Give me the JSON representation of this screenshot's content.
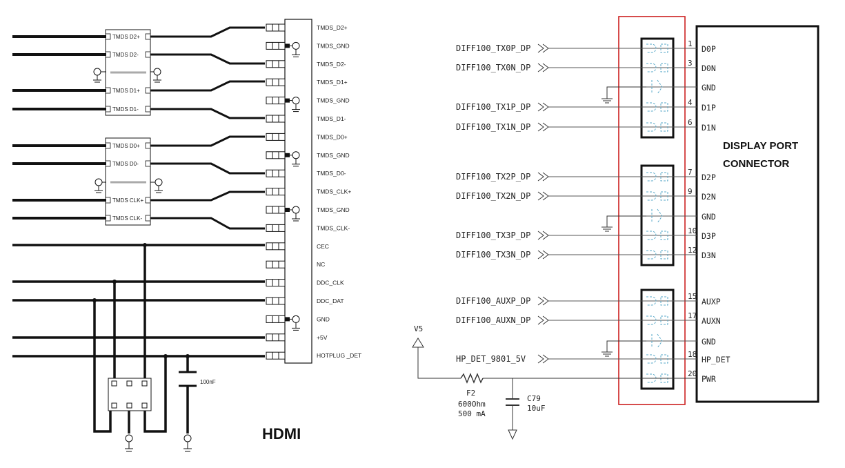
{
  "hdmi": {
    "title": "HDMI",
    "pins": [
      "TMDS_D2+",
      "TMDS_GND",
      "TMDS_D2-",
      "TMDS_D1+",
      "TMDS_GND",
      "TMDS_D1-",
      "TMDS_D0+",
      "TMDS_GND",
      "TMDS_D0-",
      "TMDS_CLK+",
      "TMDS_GND",
      "TMDS_CLK-",
      "CEC",
      "NC",
      "DDC_CLK",
      "DDC_DAT",
      "GND",
      "+5V",
      "HOTPLUG _DET"
    ],
    "esd_labels": [
      "TMDS D2+",
      "TMDS D2-",
      "TMDS D1+",
      "TMDS D1-",
      "TMDS D0+",
      "TMDS D0-",
      "TMDS CLK+",
      "TMDS CLK-"
    ],
    "capacitor": "100nF"
  },
  "displayport": {
    "title_line1": "DISPLAY PORT",
    "title_line2": "CONNECTOR",
    "rows": [
      {
        "net": "DIFF100_TX0P_DP",
        "num": "1",
        "pin": "D0P"
      },
      {
        "net": "DIFF100_TX0N_DP",
        "num": "3",
        "pin": "D0N"
      },
      {
        "net": "",
        "num": "",
        "pin": "GND"
      },
      {
        "net": "DIFF100_TX1P_DP",
        "num": "4",
        "pin": "D1P"
      },
      {
        "net": "DIFF100_TX1N_DP",
        "num": "6",
        "pin": "D1N"
      },
      {
        "net": "DIFF100_TX2P_DP",
        "num": "7",
        "pin": "D2P"
      },
      {
        "net": "DIFF100_TX2N_DP",
        "num": "9",
        "pin": "D2N"
      },
      {
        "net": "",
        "num": "",
        "pin": "GND"
      },
      {
        "net": "DIFF100_TX3P_DP",
        "num": "10",
        "pin": "D3P"
      },
      {
        "net": "DIFF100_TX3N_DP",
        "num": "12",
        "pin": "D3N"
      },
      {
        "net": "DIFF100_AUXP_DP",
        "num": "15",
        "pin": "AUXP"
      },
      {
        "net": "DIFF100_AUXN_DP",
        "num": "17",
        "pin": "AUXN"
      },
      {
        "net": "",
        "num": "",
        "pin": "GND"
      },
      {
        "net": "HP_DET_9801_5V",
        "num": "18",
        "pin": "HP_DET"
      },
      {
        "net": "",
        "num": "20",
        "pin": "PWR"
      }
    ],
    "supply_label": "V5",
    "fuse_ref": "F2",
    "fuse_value1": "600Ohm",
    "fuse_value2": "500 mA",
    "cap_ref": "C79",
    "cap_value": "10uF"
  }
}
